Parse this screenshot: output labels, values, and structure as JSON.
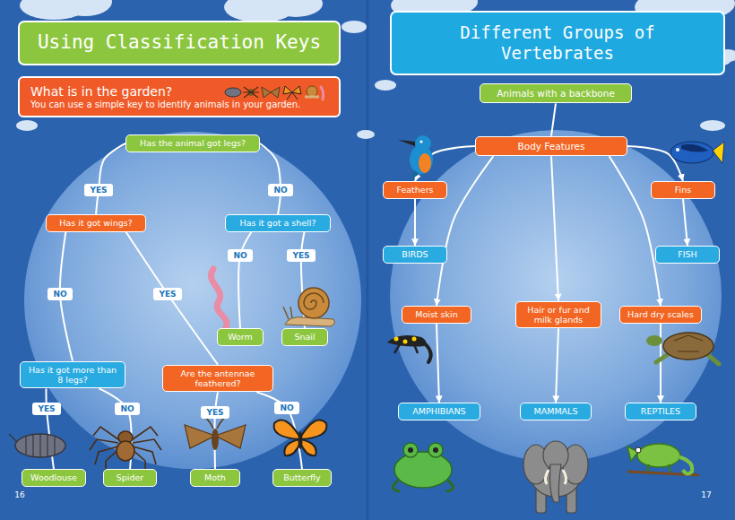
{
  "diagram": {
    "nodes": [
      {
        "text": [
          "Using Classification Keys"
        ]
      },
      {
        "text": [
          "What is in the garden?",
          "You can use a simple key to identify animals in your garden."
        ]
      },
      {
        "text": [
          "Has the animal got legs?"
        ]
      },
      {
        "text": [
          "Has it got wings?"
        ]
      },
      {
        "text": [
          "Has it got a shell?"
        ]
      },
      {
        "text": [
          "Has it got more than 8 legs?"
        ]
      },
      {
        "text": [
          "Are the antennae feathered?"
        ]
      },
      {
        "text": [
          "Worm"
        ]
      },
      {
        "text": [
          "Snail"
        ]
      },
      {
        "text": [
          "Woodlouse"
        ]
      },
      {
        "text": [
          "Spider"
        ]
      },
      {
        "text": [
          "Moth"
        ]
      },
      {
        "text": [
          "Butterfly"
        ]
      },
      {
        "text": [
          "Different Groups of Vertebrates"
        ]
      },
      {
        "text": [
          "Animals with a backbone"
        ]
      },
      {
        "text": [
          "Body Features"
        ]
      },
      {
        "text": [
          "Feathers"
        ]
      },
      {
        "text": [
          "Fins"
        ]
      },
      {
        "text": [
          "BIRDS"
        ]
      },
      {
        "text": [
          "FISH"
        ]
      },
      {
        "text": [
          "Moist skin"
        ]
      },
      {
        "text": [
          "Hair or fur and milk glands"
        ]
      },
      {
        "text": [
          "Hard dry scales"
        ]
      },
      {
        "text": [
          "AMPHIBIANS"
        ]
      },
      {
        "text": [
          "MAMMALS"
        ]
      },
      {
        "text": [
          "REPTILES"
        ]
      }
    ],
    "edges": [
      {
        "from": 2,
        "to": 3,
        "label": "YES",
        "arrow": "none"
      },
      {
        "from": 2,
        "to": 4,
        "label": "NO",
        "arrow": "none"
      },
      {
        "from": 3,
        "to": 5,
        "label": "NO",
        "arrow": "none"
      },
      {
        "from": 3,
        "to": 6,
        "label": "YES",
        "arrow": "none"
      },
      {
        "from": 4,
        "to": 7,
        "label": "NO",
        "arrow": "none"
      },
      {
        "from": 4,
        "to": 8,
        "label": "YES",
        "arrow": "none"
      },
      {
        "from": 5,
        "to": 9,
        "label": "YES",
        "arrow": "none"
      },
      {
        "from": 5,
        "to": 10,
        "label": "NO",
        "arrow": "none"
      },
      {
        "from": 6,
        "to": 11,
        "label": "YES",
        "arrow": "none"
      },
      {
        "from": 6,
        "to": 12,
        "label": "NO",
        "arrow": "none"
      },
      {
        "from": 14,
        "to": 15,
        "arrow": "none"
      },
      {
        "from": 15,
        "to": 16,
        "arrow": "to"
      },
      {
        "from": 15,
        "to": 17,
        "arrow": "to"
      },
      {
        "from": 15,
        "to": 20,
        "arrow": "to"
      },
      {
        "from": 15,
        "to": 21,
        "arrow": "to"
      },
      {
        "from": 15,
        "to": 22,
        "arrow": "to"
      },
      {
        "from": 16,
        "to": 18,
        "arrow": "to"
      },
      {
        "from": 17,
        "to": 19,
        "arrow": "to"
      },
      {
        "from": 20,
        "to": 23,
        "arrow": "to"
      },
      {
        "from": 21,
        "to": 24,
        "arrow": "to"
      },
      {
        "from": 22,
        "to": 25,
        "arrow": "to"
      }
    ],
    "labels": [
      "16",
      "17"
    ]
  }
}
